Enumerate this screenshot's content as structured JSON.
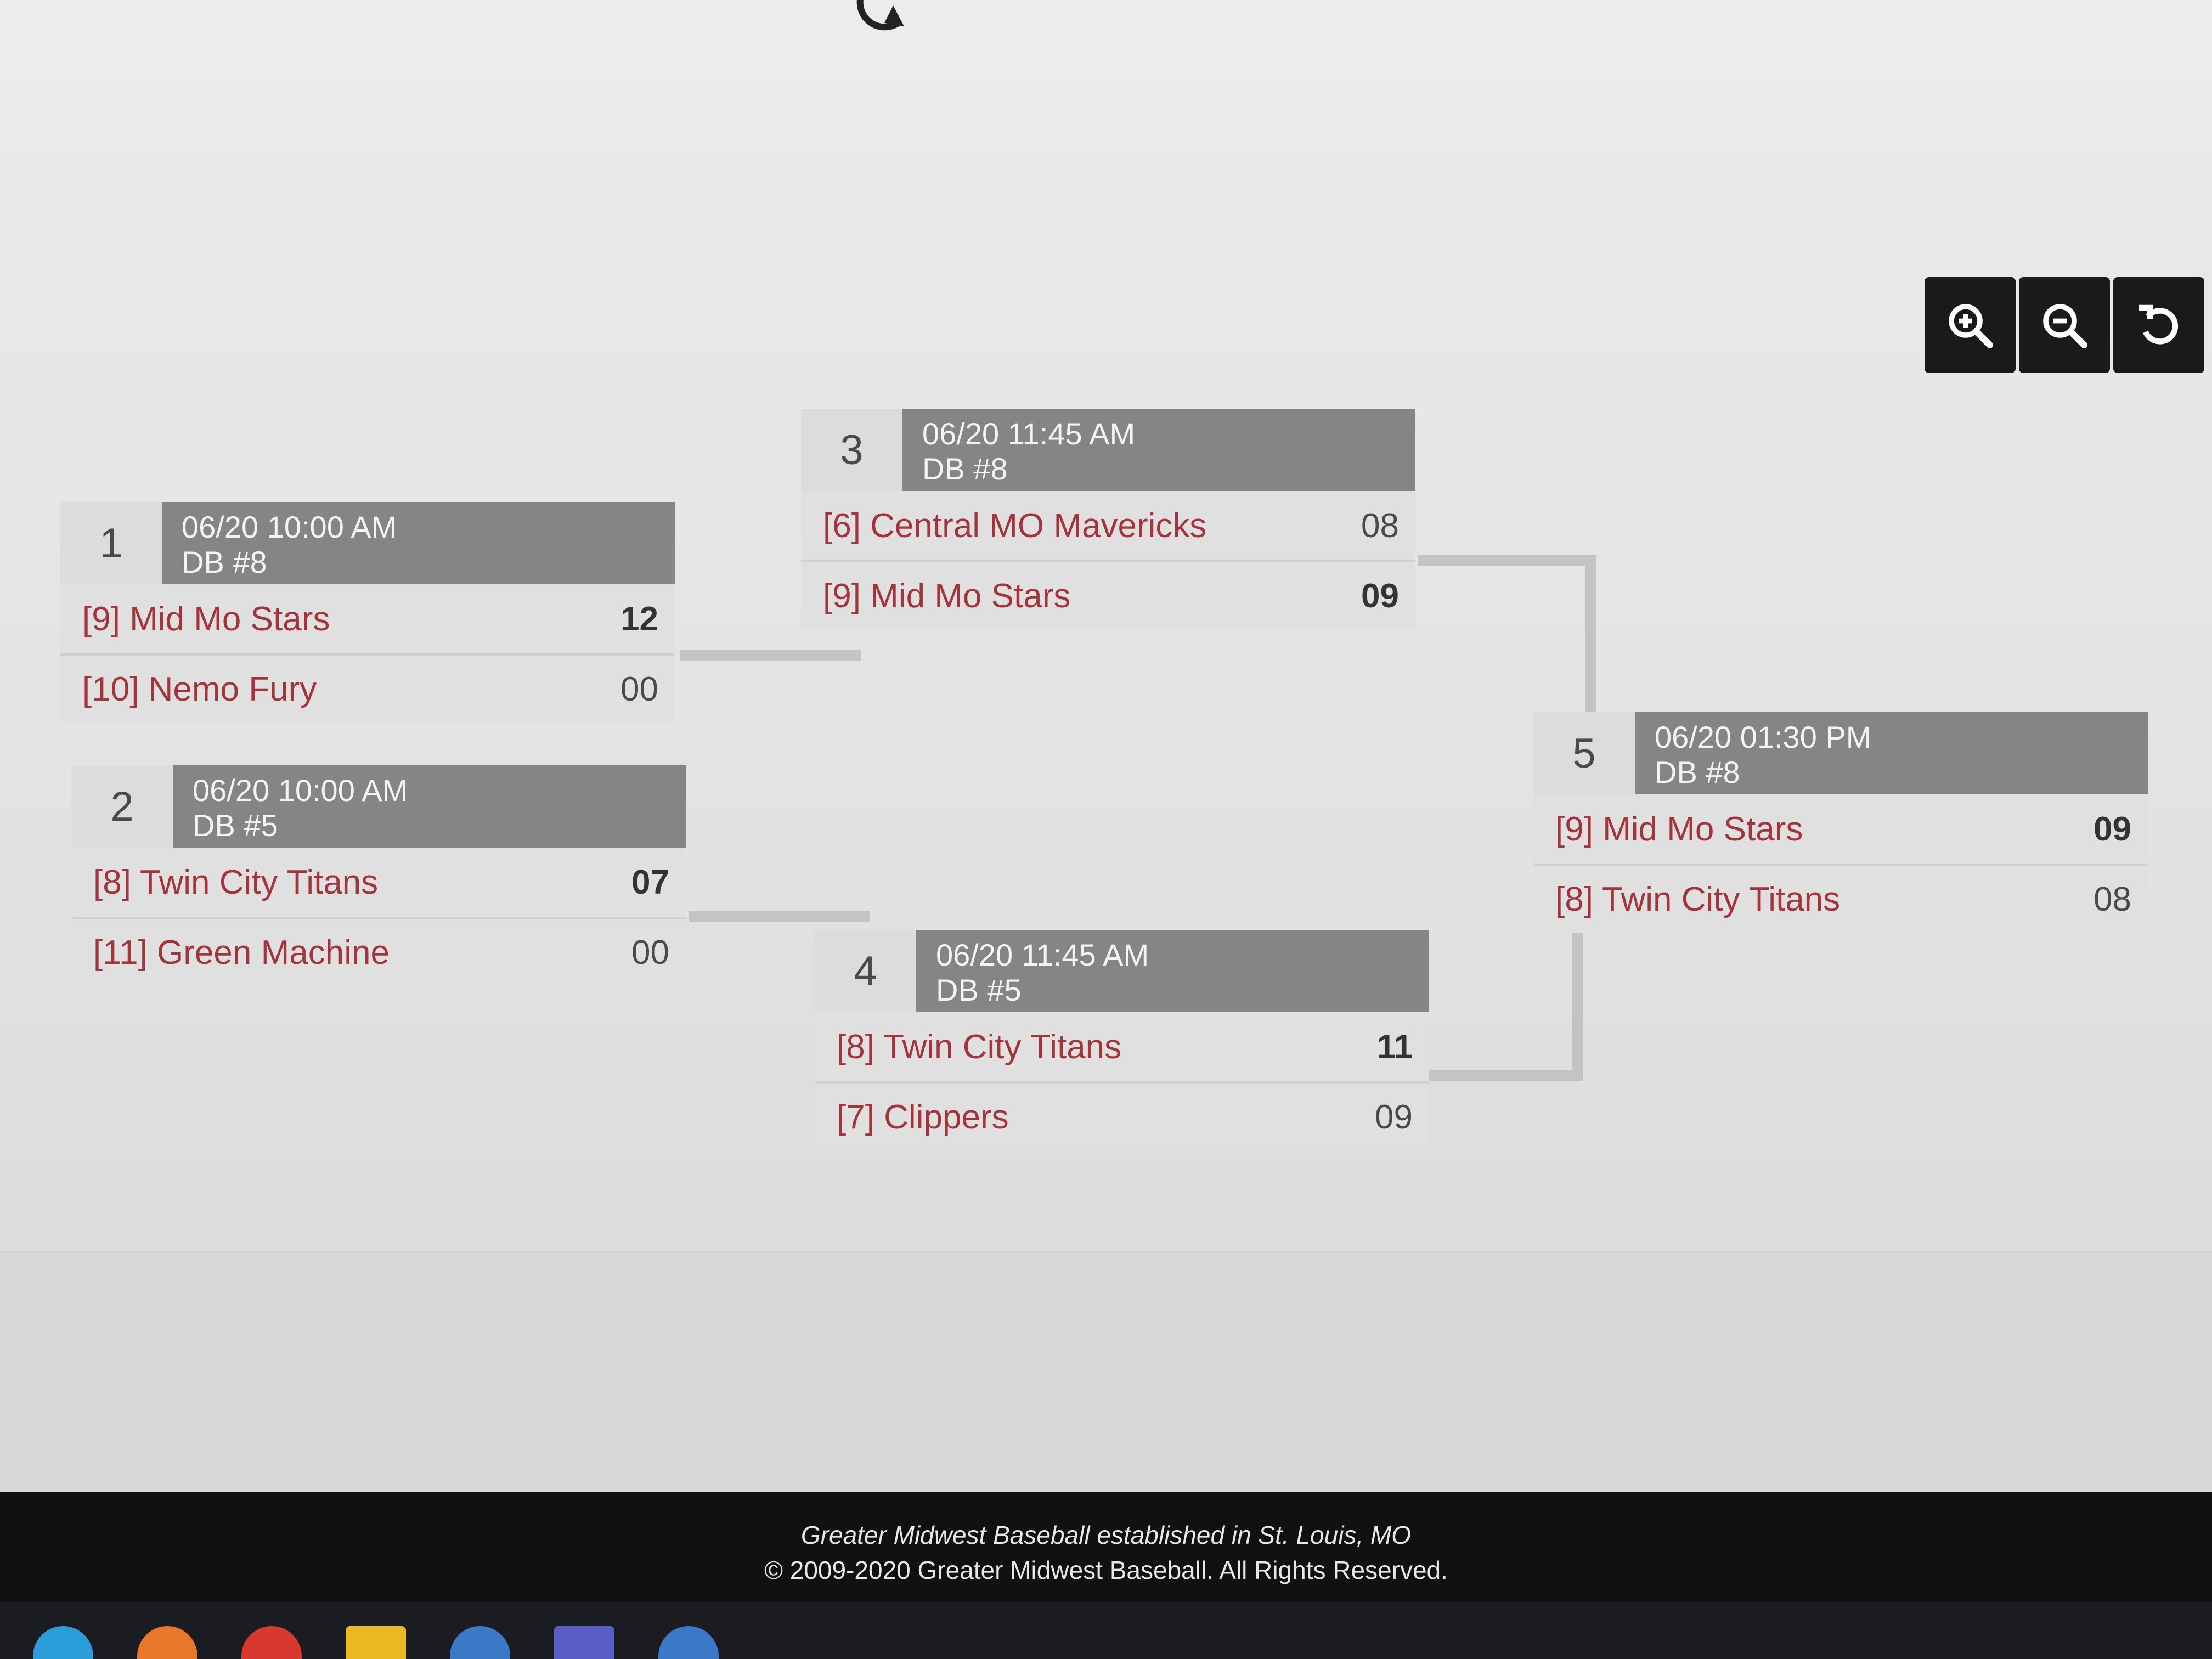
{
  "matches": [
    {
      "number": "1",
      "time": "06/20 10:00 AM",
      "field": "DB #8",
      "teams": [
        {
          "name": "[9] Mid Mo Stars",
          "score": "12"
        },
        {
          "name": "[10] Nemo Fury",
          "score": "00"
        }
      ]
    },
    {
      "number": "2",
      "time": "06/20 10:00 AM",
      "field": "DB #5",
      "teams": [
        {
          "name": "[8] Twin City Titans",
          "score": "07"
        },
        {
          "name": "[11] Green Machine",
          "score": "00"
        }
      ]
    },
    {
      "number": "3",
      "time": "06/20 11:45 AM",
      "field": "DB #8",
      "teams": [
        {
          "name": "[6] Central MO Mavericks",
          "score": "08"
        },
        {
          "name": "[9] Mid Mo Stars",
          "score": "09"
        }
      ]
    },
    {
      "number": "4",
      "time": "06/20 11:45 AM",
      "field": "DB #5",
      "teams": [
        {
          "name": "[8] Twin City Titans",
          "score": "11"
        },
        {
          "name": "[7] Clippers",
          "score": "09"
        }
      ]
    },
    {
      "number": "5",
      "time": "06/20 01:30 PM",
      "field": "DB #8",
      "teams": [
        {
          "name": "[9] Mid Mo Stars",
          "score": "09"
        },
        {
          "name": "[8] Twin City Titans",
          "score": "08"
        }
      ]
    }
  ],
  "footer": {
    "line1": "Greater Midwest Baseball established in St. Louis, MO",
    "line2": "© 2009-2020 Greater Midwest Baseball. All Rights Reserved."
  }
}
